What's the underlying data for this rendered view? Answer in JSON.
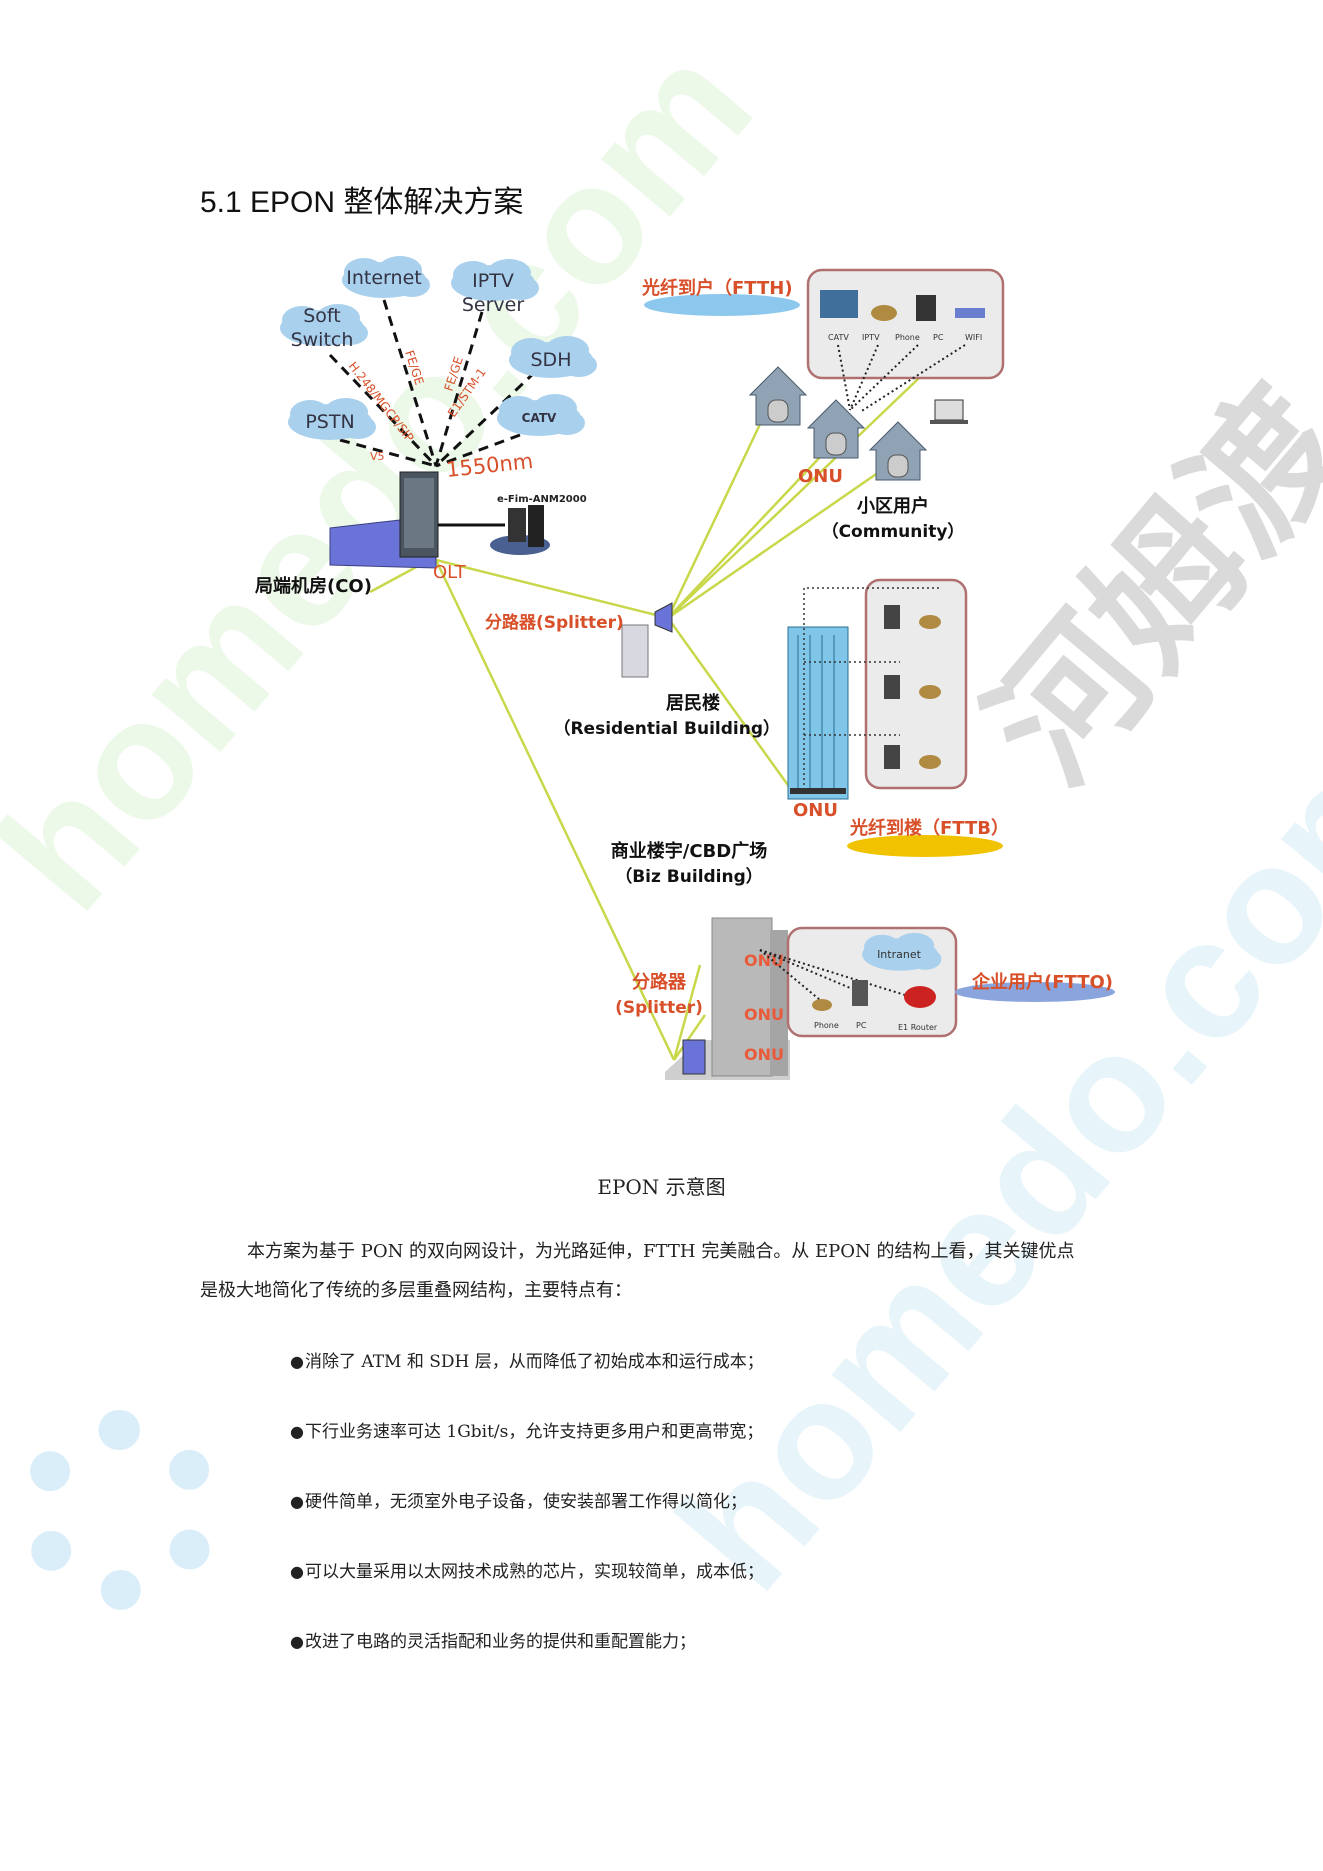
{
  "title": "5.1 EPON 整体解决方案",
  "diagram": {
    "clouds": {
      "internet": "Internet",
      "iptv_1": "IPTV",
      "iptv_2": "Server",
      "softswitch_1": "Soft",
      "softswitch_2": "Switch",
      "sdh": "SDH",
      "pstn": "PSTN",
      "catv": "CATV"
    },
    "links": {
      "h248": "H.248/MGCP/SIP",
      "fege1": "FE/GE",
      "fege2": "FE/GE",
      "e1stm": "E1/STM-1",
      "v5": "V5",
      "wavelength": "1550nm"
    },
    "co": {
      "nms": "e-Fim-ANM2000",
      "co_label": "局端机房(CO)",
      "olt": "OLT"
    },
    "ftth": {
      "label": "光纤到户（FTTH)",
      "devices": [
        "CATV",
        "IPTV",
        "Phone",
        "PC",
        "WIFI"
      ],
      "onu": "ONU",
      "community_1": "小区用户",
      "community_2": "（Community）"
    },
    "residential": {
      "splitter": "分路器(Splitter)",
      "label_1": "居民楼",
      "label_2": "（Residential  Building）",
      "onu": "ONU",
      "fttb": "光纤到楼（FTTB）"
    },
    "biz": {
      "label_1": "商业楼宇/CBD广场",
      "label_2": "（Biz Building）",
      "splitter_1": "分路器",
      "splitter_2": "(Splitter)",
      "onus": [
        "ONU",
        "ONU",
        "ONU"
      ],
      "intranet": "Intranet",
      "devices": [
        "Phone",
        "PC",
        "E1 Router"
      ],
      "ftto": "企业用户(FTTO)"
    },
    "colors": {
      "fiber": "#c8d84a",
      "red_label": "#d8502a",
      "cloud": "#a9d0ec",
      "box_border": "#b07070"
    }
  },
  "caption": "EPON 示意图",
  "paragraph": {
    "line1": "本方案为基于 PON 的双向网设计，为光路延伸，FTTH 完美融合。从 EPON 的结构上看，其关键优点",
    "line2": "是极大地简化了传统的多层重叠网结构，主要特点有："
  },
  "bullets": [
    "消除了 ATM 和 SDH 层，从而降低了初始成本和运行成本；",
    "下行业务速率可达 1Gbit/s，允许支持更多用户和更高带宽；",
    "硬件简单，无须室外电子设备，使安装部署工作得以简化；",
    "可以大量采用以太网技术成熟的芯片，实现较简单，成本低；",
    "改进了电路的灵活指配和业务的提供和重配置能力；"
  ],
  "bullet_glyph": "●",
  "watermark": {
    "text": "homedo.com",
    "cn": "河姆渡"
  }
}
